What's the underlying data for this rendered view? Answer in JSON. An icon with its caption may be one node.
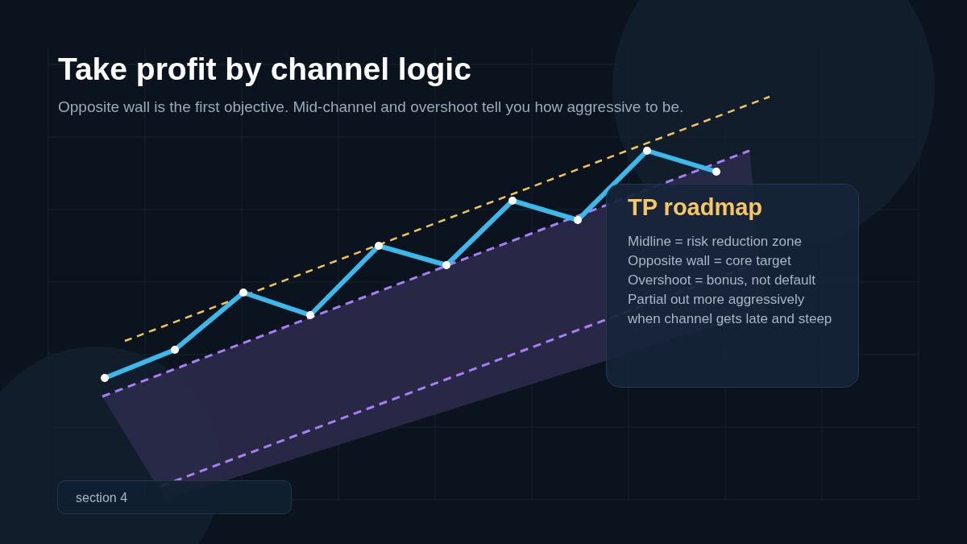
{
  "diagram": {
    "title": "Take profit by channel logic",
    "nodes": [
      {
        "text": [
          "TP roadmap",
          "Midline = risk reduction zone",
          "Opposite wall = core target",
          "Overshoot = bonus, not default",
          "Partial out more aggressively",
          "when channel gets late and steep"
        ]
      },
      {
        "text": [
          "section 4"
        ]
      }
    ],
    "edges": [],
    "labels": [
      "Opposite wall is the first objective. Mid-channel and overshoot tell you how aggressive to be."
    ]
  }
}
